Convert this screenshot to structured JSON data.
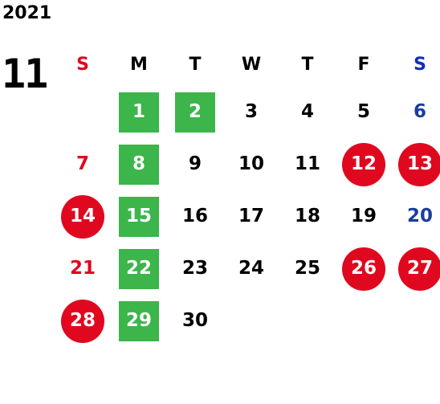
{
  "year": "2021",
  "month": "11",
  "weekdays": [
    "S",
    "M",
    "T",
    "W",
    "T",
    "F",
    "S"
  ],
  "colors": {
    "sunday": "#e0081f",
    "saturday": "#1a3d9c",
    "green_highlight": "#3cb54a",
    "red_highlight": "#e0081f"
  },
  "weeks": [
    [
      {
        "day": "",
        "style": "empty"
      },
      {
        "day": "1",
        "style": "green"
      },
      {
        "day": "2",
        "style": "green"
      },
      {
        "day": "3",
        "style": "normal"
      },
      {
        "day": "4",
        "style": "normal"
      },
      {
        "day": "5",
        "style": "normal"
      },
      {
        "day": "6",
        "style": "sat"
      }
    ],
    [
      {
        "day": "7",
        "style": "sun"
      },
      {
        "day": "8",
        "style": "green"
      },
      {
        "day": "9",
        "style": "normal"
      },
      {
        "day": "10",
        "style": "normal"
      },
      {
        "day": "11",
        "style": "normal"
      },
      {
        "day": "12",
        "style": "red"
      },
      {
        "day": "13",
        "style": "red"
      }
    ],
    [
      {
        "day": "14",
        "style": "red"
      },
      {
        "day": "15",
        "style": "green"
      },
      {
        "day": "16",
        "style": "normal"
      },
      {
        "day": "17",
        "style": "normal"
      },
      {
        "day": "18",
        "style": "normal"
      },
      {
        "day": "19",
        "style": "normal"
      },
      {
        "day": "20",
        "style": "sat"
      }
    ],
    [
      {
        "day": "21",
        "style": "sun"
      },
      {
        "day": "22",
        "style": "green"
      },
      {
        "day": "23",
        "style": "normal"
      },
      {
        "day": "24",
        "style": "normal"
      },
      {
        "day": "25",
        "style": "normal"
      },
      {
        "day": "26",
        "style": "red"
      },
      {
        "day": "27",
        "style": "red"
      }
    ],
    [
      {
        "day": "28",
        "style": "red"
      },
      {
        "day": "29",
        "style": "green"
      },
      {
        "day": "30",
        "style": "normal"
      },
      {
        "day": "",
        "style": "empty"
      },
      {
        "day": "",
        "style": "empty"
      },
      {
        "day": "",
        "style": "empty"
      },
      {
        "day": "",
        "style": "empty"
      }
    ]
  ]
}
